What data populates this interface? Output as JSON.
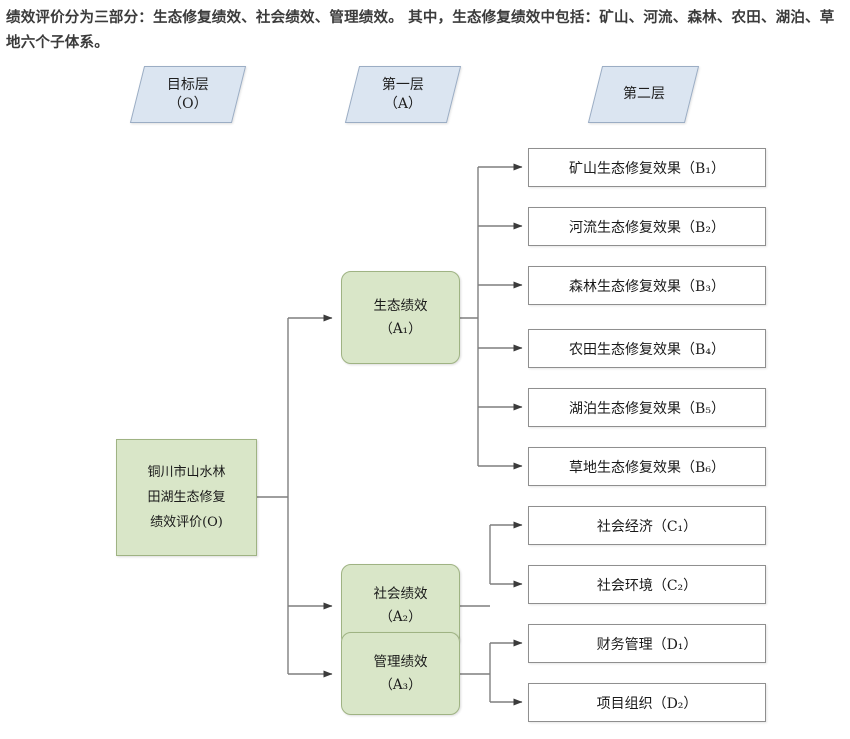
{
  "intro": {
    "text": "绩效评价分为三部分：生态修复绩效、社会绩效、管理绩效。 其中，生态修复绩效中包括：矿山、河流、森林、农田、湖泊、草地六个子体系。"
  },
  "colors": {
    "header_fill": "#dbe5f1",
    "header_border": "#9badc4",
    "node_fill": "#d9e6c8",
    "node_border": "#9fb383",
    "leaf_fill": "#ffffff",
    "leaf_border": "#8f8f8f",
    "connector": "#7f7f7f",
    "text": "#1a1a1a"
  },
  "layer_headers": [
    {
      "id": "goal-layer",
      "label": "目标层\n（O）"
    },
    {
      "id": "first-layer",
      "label": "第一层\n（A）"
    },
    {
      "id": "second-layer",
      "label": "第二层"
    }
  ],
  "root": {
    "id": "root-node",
    "label": "铜川市山水林\n田湖生态修复\n绩效评价(O)",
    "code": "O"
  },
  "criteria": [
    {
      "id": "a1",
      "label": "生态绩效\n（A₁）",
      "code": "A1"
    },
    {
      "id": "a2",
      "label": "社会绩效\n（A₂）",
      "code": "A2"
    },
    {
      "id": "a3",
      "label": "管理绩效\n（A₃）",
      "code": "A3"
    }
  ],
  "indicators": [
    {
      "id": "b1",
      "parent": "a1",
      "label": "矿山生态修复效果（B₁）",
      "code": "B1"
    },
    {
      "id": "b2",
      "parent": "a1",
      "label": "河流生态修复效果（B₂）",
      "code": "B2"
    },
    {
      "id": "b3",
      "parent": "a1",
      "label": "森林生态修复效果（B₃）",
      "code": "B3"
    },
    {
      "id": "b4",
      "parent": "a1",
      "label": "农田生态修复效果（B₄）",
      "code": "B4"
    },
    {
      "id": "b5",
      "parent": "a1",
      "label": "湖泊生态修复效果（B₅）",
      "code": "B5"
    },
    {
      "id": "b6",
      "parent": "a1",
      "label": "草地生态修复效果（B₆）",
      "code": "B6"
    },
    {
      "id": "c1",
      "parent": "a2",
      "label": "社会经济（C₁）",
      "code": "C1"
    },
    {
      "id": "c2",
      "parent": "a2",
      "label": "社会环境（C₂）",
      "code": "C2"
    },
    {
      "id": "d1",
      "parent": "a3",
      "label": "财务管理（D₁）",
      "code": "D1"
    },
    {
      "id": "d2",
      "parent": "a3",
      "label": "项目组织（D₂）",
      "code": "D2"
    }
  ]
}
